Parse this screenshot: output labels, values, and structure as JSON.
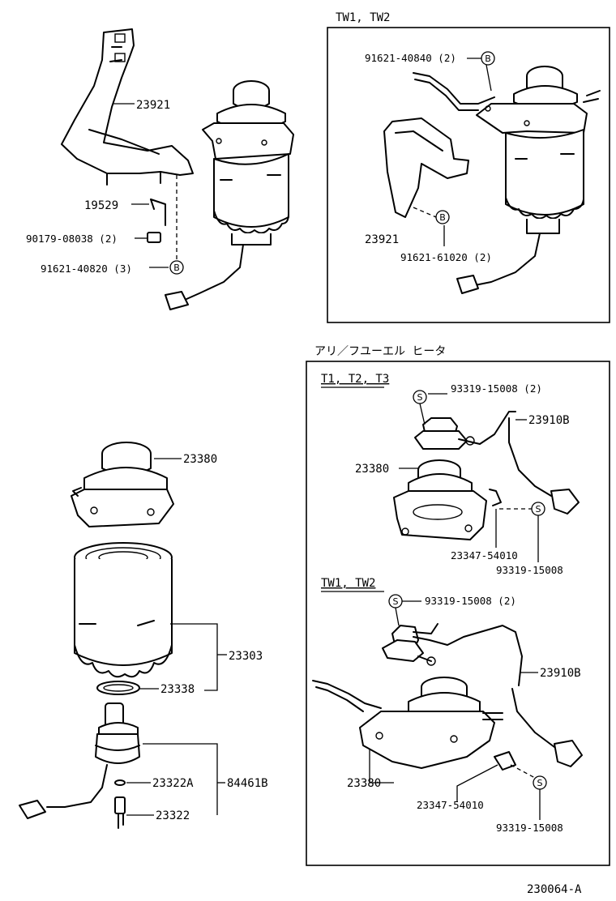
{
  "labels": {
    "tl_23921": "23921",
    "tl_19529": "19529",
    "tl_90179": "90179-08038 (2)",
    "tl_91621_40820": "91621-40820 (3)",
    "tr_header": "TW1, TW2",
    "tr_91621_40840": "91621-40840 (2)",
    "tr_23921": "23921",
    "tr_91621_61020": "91621-61020 (2)",
    "bl_23380": "23380",
    "bl_23303": "23303",
    "bl_23338": "23338",
    "bl_23322A": "23322A",
    "bl_84461B": "84461B",
    "bl_23322": "23322",
    "br_header_jp": "アリ／フユーエル ヒータ",
    "br_sub1": "T1, T2, T3",
    "br_93319_2a": "93319-15008 (2)",
    "br_23910B_a": "23910B",
    "br_23380_a": "23380",
    "br_23347_a": "23347-54010",
    "br_93319_a": "93319-15008",
    "br_sub2": "TW1, TW2",
    "br_93319_2b": "93319-15008 (2)",
    "br_23910B_b": "23910B",
    "br_23380_b": "23380",
    "br_23347_b": "23347-54010",
    "br_93319_b": "93319-15008",
    "figure_id": "230064-A"
  },
  "markers": {
    "b": "B",
    "s": "S"
  },
  "colors": {
    "line": "#000000",
    "background": "#ffffff"
  }
}
